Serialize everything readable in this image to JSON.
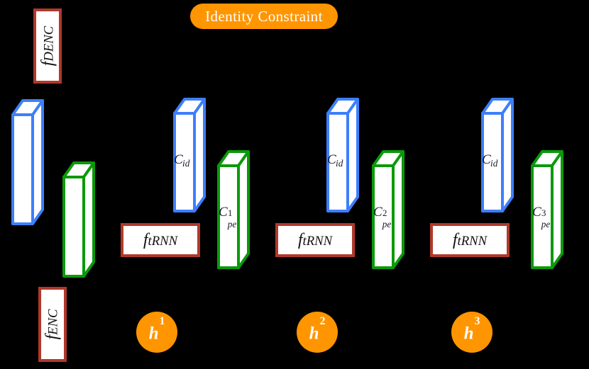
{
  "figure": {
    "background_color": "#000000",
    "palette": {
      "orange": "#ff9500",
      "blue": "#3d7ffc",
      "green": "#0a9a0a",
      "red_border": "#b0392b",
      "box_fill": "#ffffff",
      "label_text": "#1a1a2e",
      "pill_text": "#ffffff"
    }
  },
  "badge": {
    "label": "Identity Constraint"
  },
  "function_boxes": [
    {
      "name": "f-denc-box",
      "base": "f",
      "sub": "DENC",
      "orientation": "vertical"
    },
    {
      "name": "f-enc-box",
      "base": "f",
      "sub": "ENC",
      "orientation": "vertical"
    },
    {
      "name": "f-trnn-box-1",
      "base": "f",
      "sub": "tRNN",
      "orientation": "horizontal"
    },
    {
      "name": "f-trnn-box-2",
      "base": "f",
      "sub": "tRNN",
      "orientation": "horizontal"
    },
    {
      "name": "f-trnn-box-3",
      "base": "f",
      "sub": "tRNN",
      "orientation": "horizontal"
    }
  ],
  "bars": [
    {
      "name": "input-blue-bar",
      "color": "blue",
      "label": ""
    },
    {
      "name": "input-green-bar",
      "color": "green",
      "label": ""
    },
    {
      "name": "cid-bar-1",
      "color": "blue",
      "base": "C",
      "sub": "id",
      "sup": ""
    },
    {
      "name": "cpe-bar-1",
      "color": "green",
      "base": "C",
      "sub": "pe",
      "sup": "1"
    },
    {
      "name": "cid-bar-2",
      "color": "blue",
      "base": "C",
      "sub": "id",
      "sup": ""
    },
    {
      "name": "cpe-bar-2",
      "color": "green",
      "base": "C",
      "sub": "pe",
      "sup": "2"
    },
    {
      "name": "cid-bar-3",
      "color": "blue",
      "base": "C",
      "sub": "id",
      "sup": ""
    },
    {
      "name": "cpe-bar-3",
      "color": "green",
      "base": "C",
      "sub": "pe",
      "sup": "3"
    }
  ],
  "hidden_states": [
    {
      "name": "h-state-1",
      "base": "h",
      "sup": "1"
    },
    {
      "name": "h-state-2",
      "base": "h",
      "sup": "2"
    },
    {
      "name": "h-state-3",
      "base": "h",
      "sup": "3"
    }
  ]
}
